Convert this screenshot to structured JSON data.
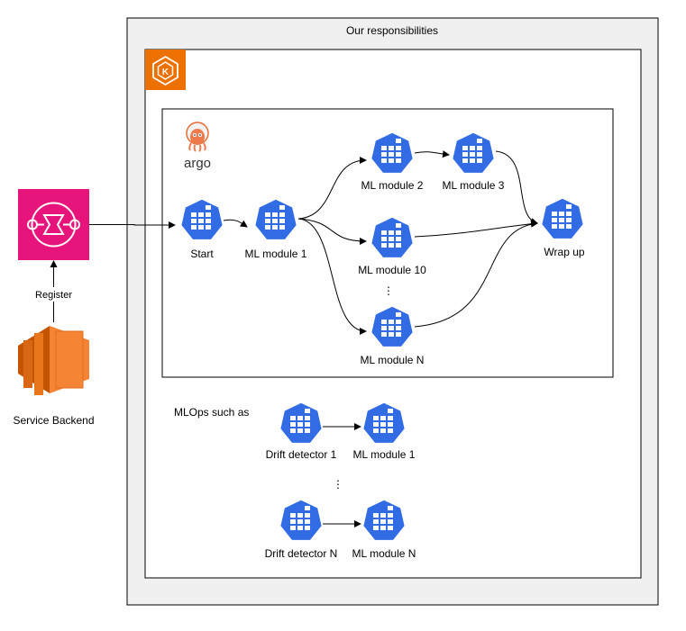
{
  "outer_container": {
    "title": "Our responsibilities"
  },
  "eks_icon": {
    "glyph": "K",
    "color": "#ED7100"
  },
  "argo": {
    "logo_text": "argo"
  },
  "event_bridge": {
    "color": "#E7157B"
  },
  "backend": {
    "label": "Service Backend",
    "register_label": "Register",
    "color": "#ED7100"
  },
  "workflow": {
    "start": "Start",
    "ml_module_1": "ML module 1",
    "ml_module_2": "ML module 2",
    "ml_module_3": "ML module 3",
    "ml_module_10": "ML module 10",
    "ml_module_n": "ML module N",
    "wrap_up": "Wrap up",
    "ellipsis": "⋮"
  },
  "mlops": {
    "heading": "MLOps such as",
    "drift_detector_1": "Drift detector 1",
    "ml_module_1": "ML module 1",
    "drift_detector_n": "Drift detector N",
    "ml_module_n": "ML module N",
    "ellipsis": "⋮"
  },
  "colors": {
    "pod_blue": "#326CE5",
    "outer_bg": "#F0F0F0",
    "line": "#000000"
  }
}
